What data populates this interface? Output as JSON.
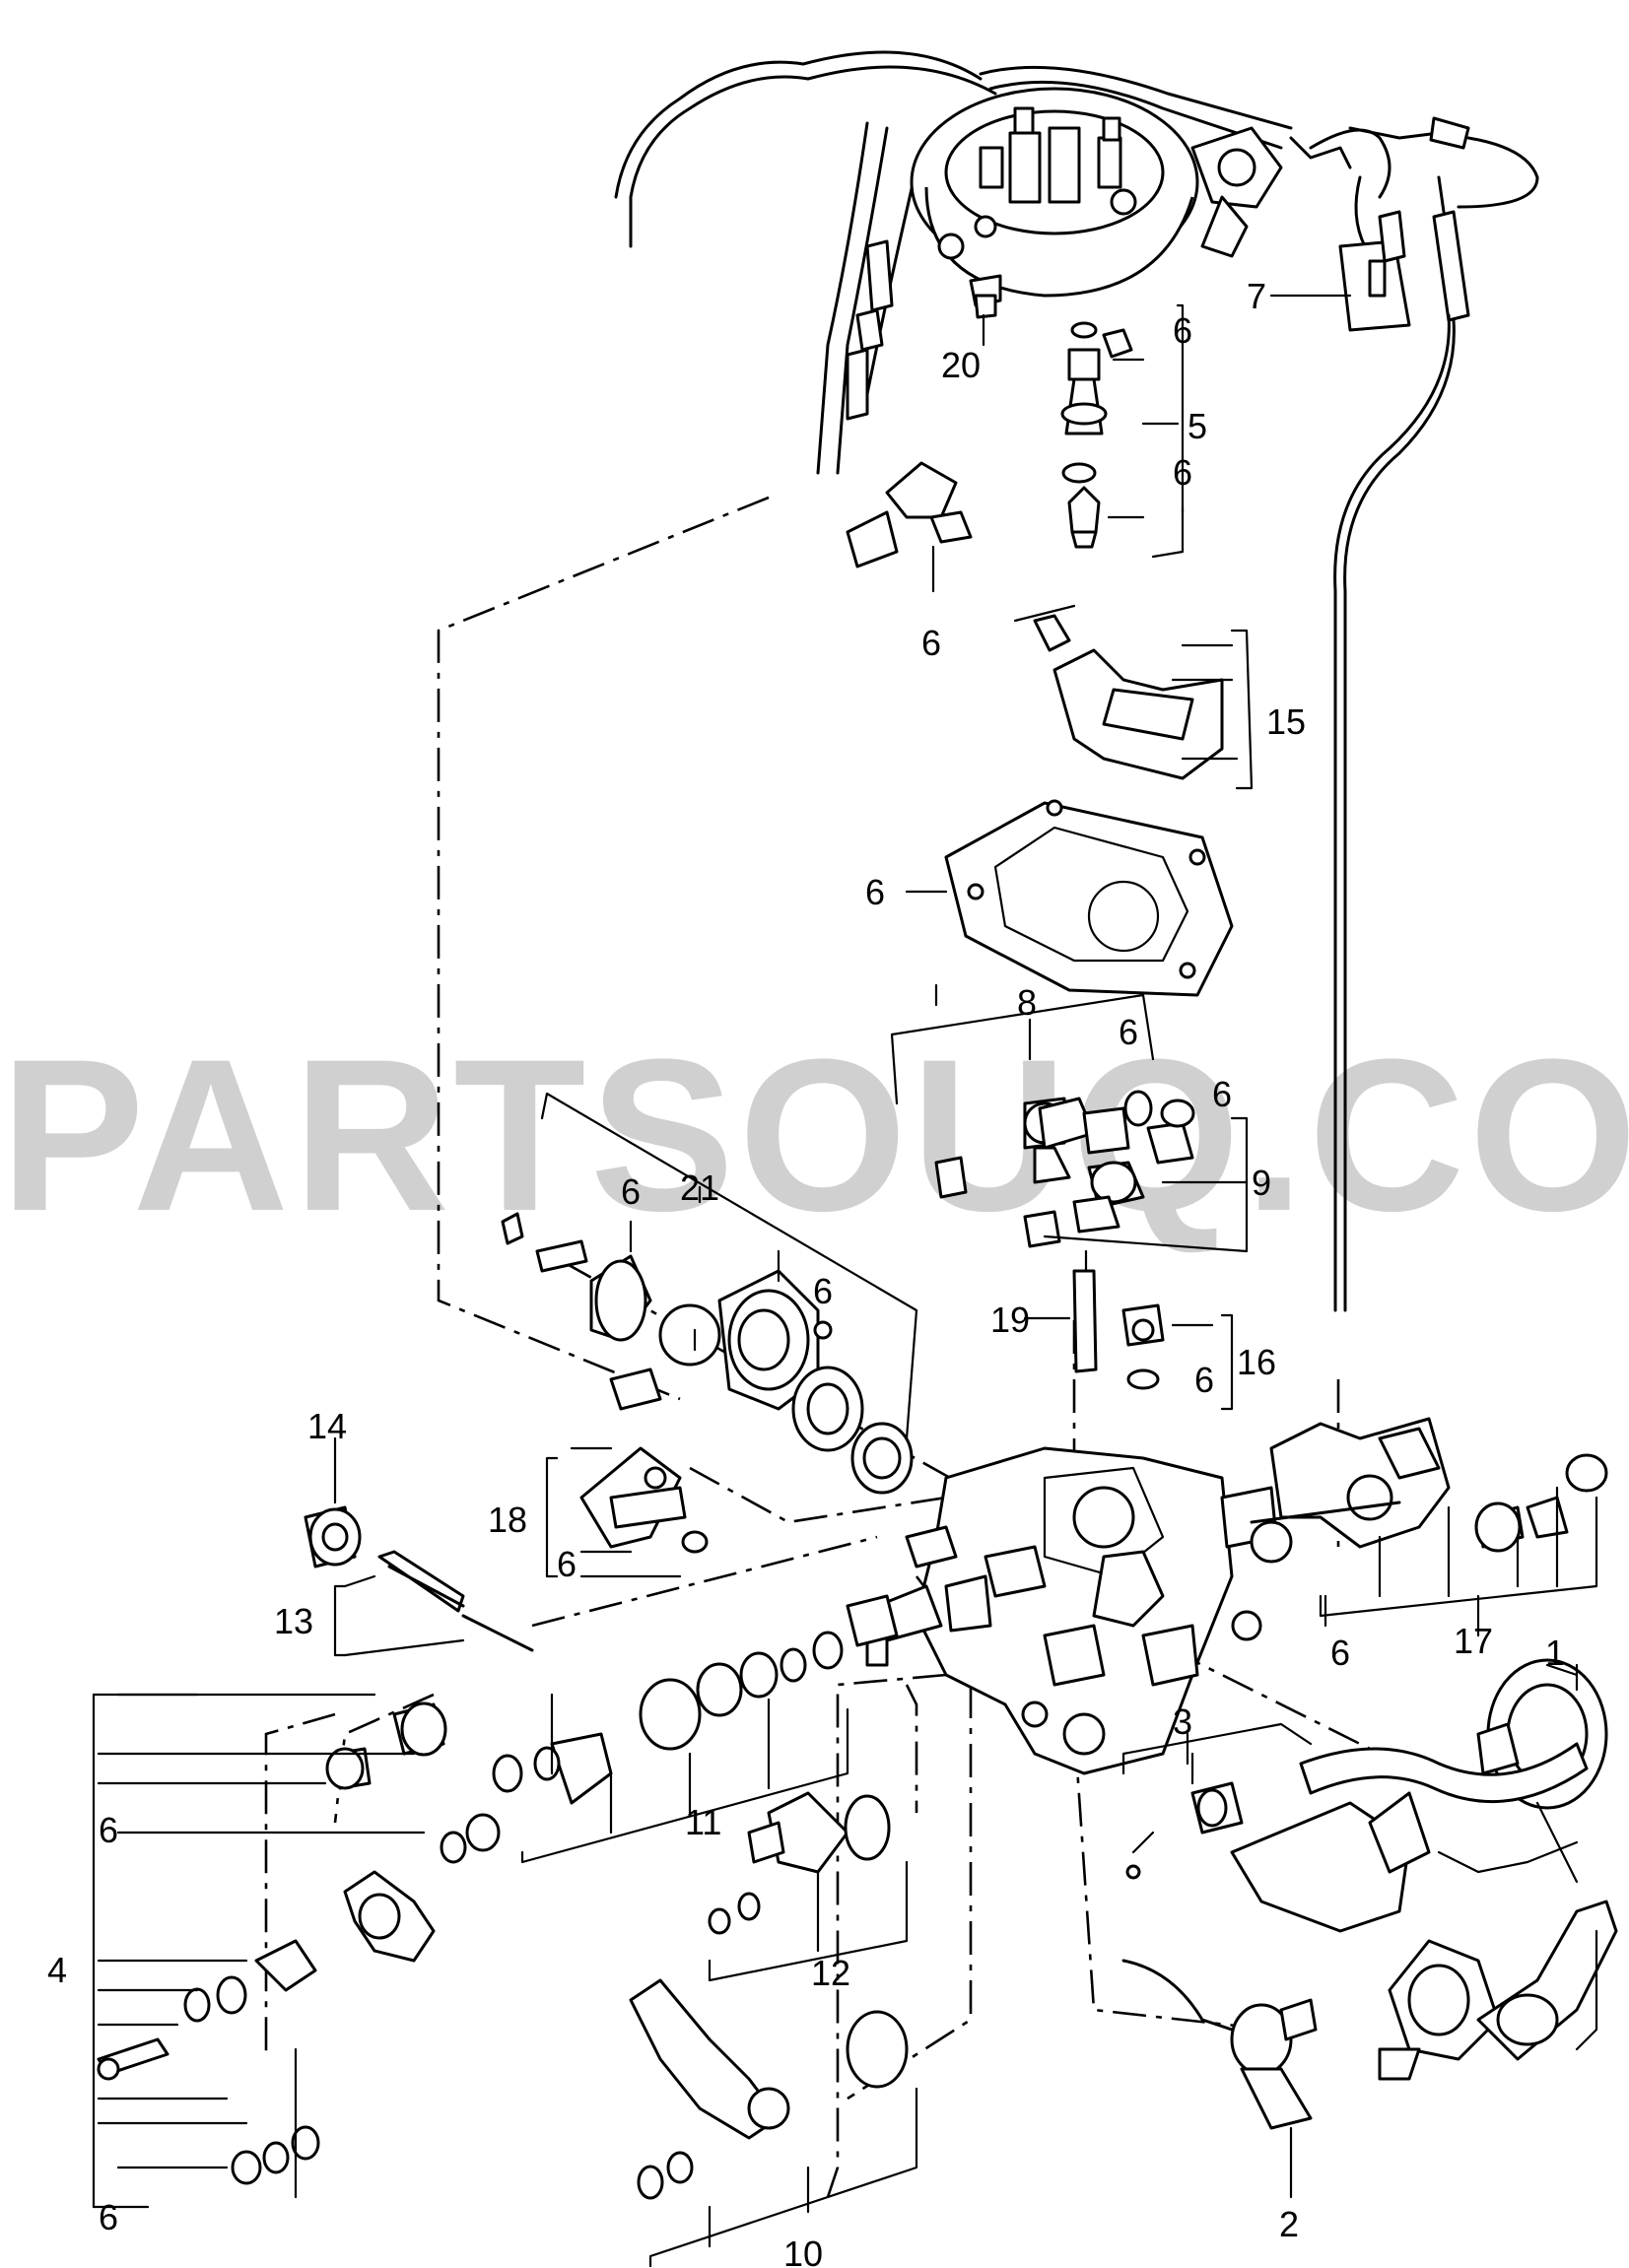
{
  "watermark": "PARTSOUQ.COM",
  "labels": [
    "1",
    "2",
    "3",
    "4",
    "5",
    "6",
    "7",
    "8",
    "9",
    "10",
    "11",
    "12",
    "13",
    "14",
    "15",
    "16",
    "17",
    "18",
    "19",
    "20",
    "21"
  ]
}
